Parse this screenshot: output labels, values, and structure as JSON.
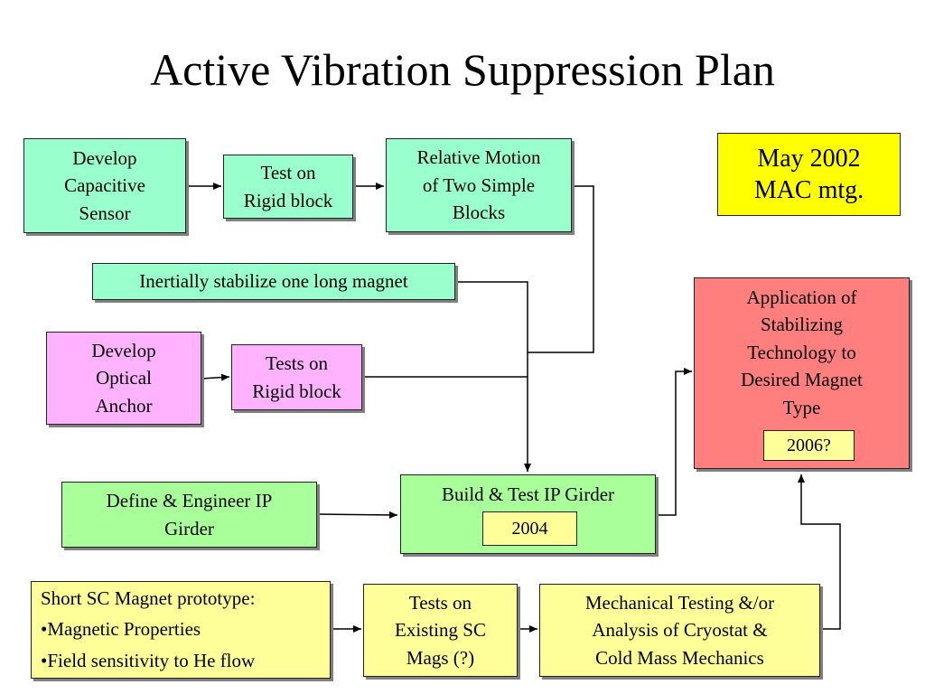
{
  "title": "Active Vibration Suppression Plan",
  "boxes": {
    "develop_sensor": "Develop\nCapacitive\nSensor",
    "test_rigid_1": "Test on\nRigid block",
    "relative_motion": "Relative Motion\nof Two Simple\nBlocks",
    "may_mtg": "May 2002\nMAC mtg.",
    "inertially": "Inertially stabilize one long magnet",
    "optical_anchor": "Develop\nOptical\nAnchor",
    "tests_rigid_2": "Tests on\nRigid block",
    "application": "Application of\nStabilizing\nTechnology to\nDesired Magnet\nType",
    "application_year": "2006?",
    "define_girder": "Define & Engineer IP\nGirder",
    "build_girder": "Build & Test IP Girder",
    "build_year": "2004",
    "short_magnet": {
      "heading": "Short SC Magnet prototype:",
      "items": [
        "Magnetic Properties",
        "Field sensitivity to He flow"
      ]
    },
    "tests_existing": "Tests on\nExisting SC\nMags (?)",
    "mechanical": "Mechanical Testing &/or\nAnalysis of Cryostat &\nCold Mass Mechanics"
  },
  "colors": {
    "cyan": "#99ffcc",
    "pink": "#ffb3ff",
    "green": "#a9ff99",
    "yellow": "#ffff99",
    "red": "#ff7f7f",
    "bright_yellow": "#ffff00"
  }
}
